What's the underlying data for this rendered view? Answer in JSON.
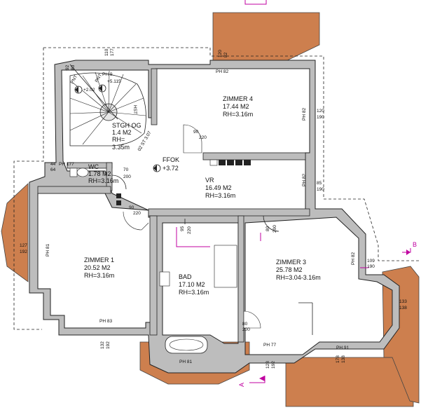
{
  "rooms": [
    {
      "name": "ZIMMER 4",
      "area": "17.44 M2",
      "height": "RH=3.16m"
    },
    {
      "name": "VR",
      "area": "16.49 M2",
      "height": "RH=3.16m"
    },
    {
      "name": "ZIMMER 1",
      "area": "20.52 M2",
      "height": "RH=3.16m"
    },
    {
      "name": "BAD",
      "area": "17.10 M2",
      "height": "RH=3.16m"
    },
    {
      "name": "ZIMMER 3",
      "area": "25.78 M2",
      "height": "RH=3.04-3.16m"
    },
    {
      "name": "WC",
      "area": "1.78 M2",
      "height": "RH=3.16m"
    }
  ],
  "stair": {
    "name": "STGH OG",
    "area": "1.4 M2",
    "rh": "RH=",
    "height": "3.35m",
    "level_a": "+2.02",
    "level_b": "+5.115",
    "level_label_a": "PNT",
    "level_label_b": "PNT",
    "dims": "02 ST 3.07",
    "hst": "HST"
  },
  "ffok": {
    "label": "FFOK",
    "value": "+3.72"
  },
  "door_labels": [
    {
      "w": "90",
      "h": "220"
    },
    {
      "w": "70",
      "h": "200"
    },
    {
      "w": "90",
      "h": "220"
    },
    {
      "w": "95",
      "h": "220"
    },
    {
      "w": "80",
      "h": "200"
    },
    {
      "w": "80",
      "h": "200"
    }
  ],
  "window_labels": [
    "PH 9",
    "PH 82",
    "PH 82",
    "PH 177",
    "PH 82",
    "PH 81",
    "PH 83",
    "PH 81",
    "PH 77",
    "PH 91",
    "PH 82"
  ],
  "window_dims": [
    {
      "a": "110",
      "b": "177"
    },
    {
      "a": "120",
      "b": "82"
    },
    {
      "a": "120",
      "b": "190"
    },
    {
      "a": "85",
      "b": "190"
    },
    {
      "a": "44",
      "b": "64"
    },
    {
      "a": "127",
      "b": "192"
    },
    {
      "a": "132",
      "b": "192"
    },
    {
      "a": "109",
      "b": "190"
    },
    {
      "a": "133",
      "b": "138"
    },
    {
      "a": "128",
      "b": "192"
    },
    {
      "a": "178",
      "b": "138"
    },
    {
      "a": "92",
      "b": "80"
    }
  ],
  "section_markers": {
    "a": "A",
    "b": "B"
  }
}
